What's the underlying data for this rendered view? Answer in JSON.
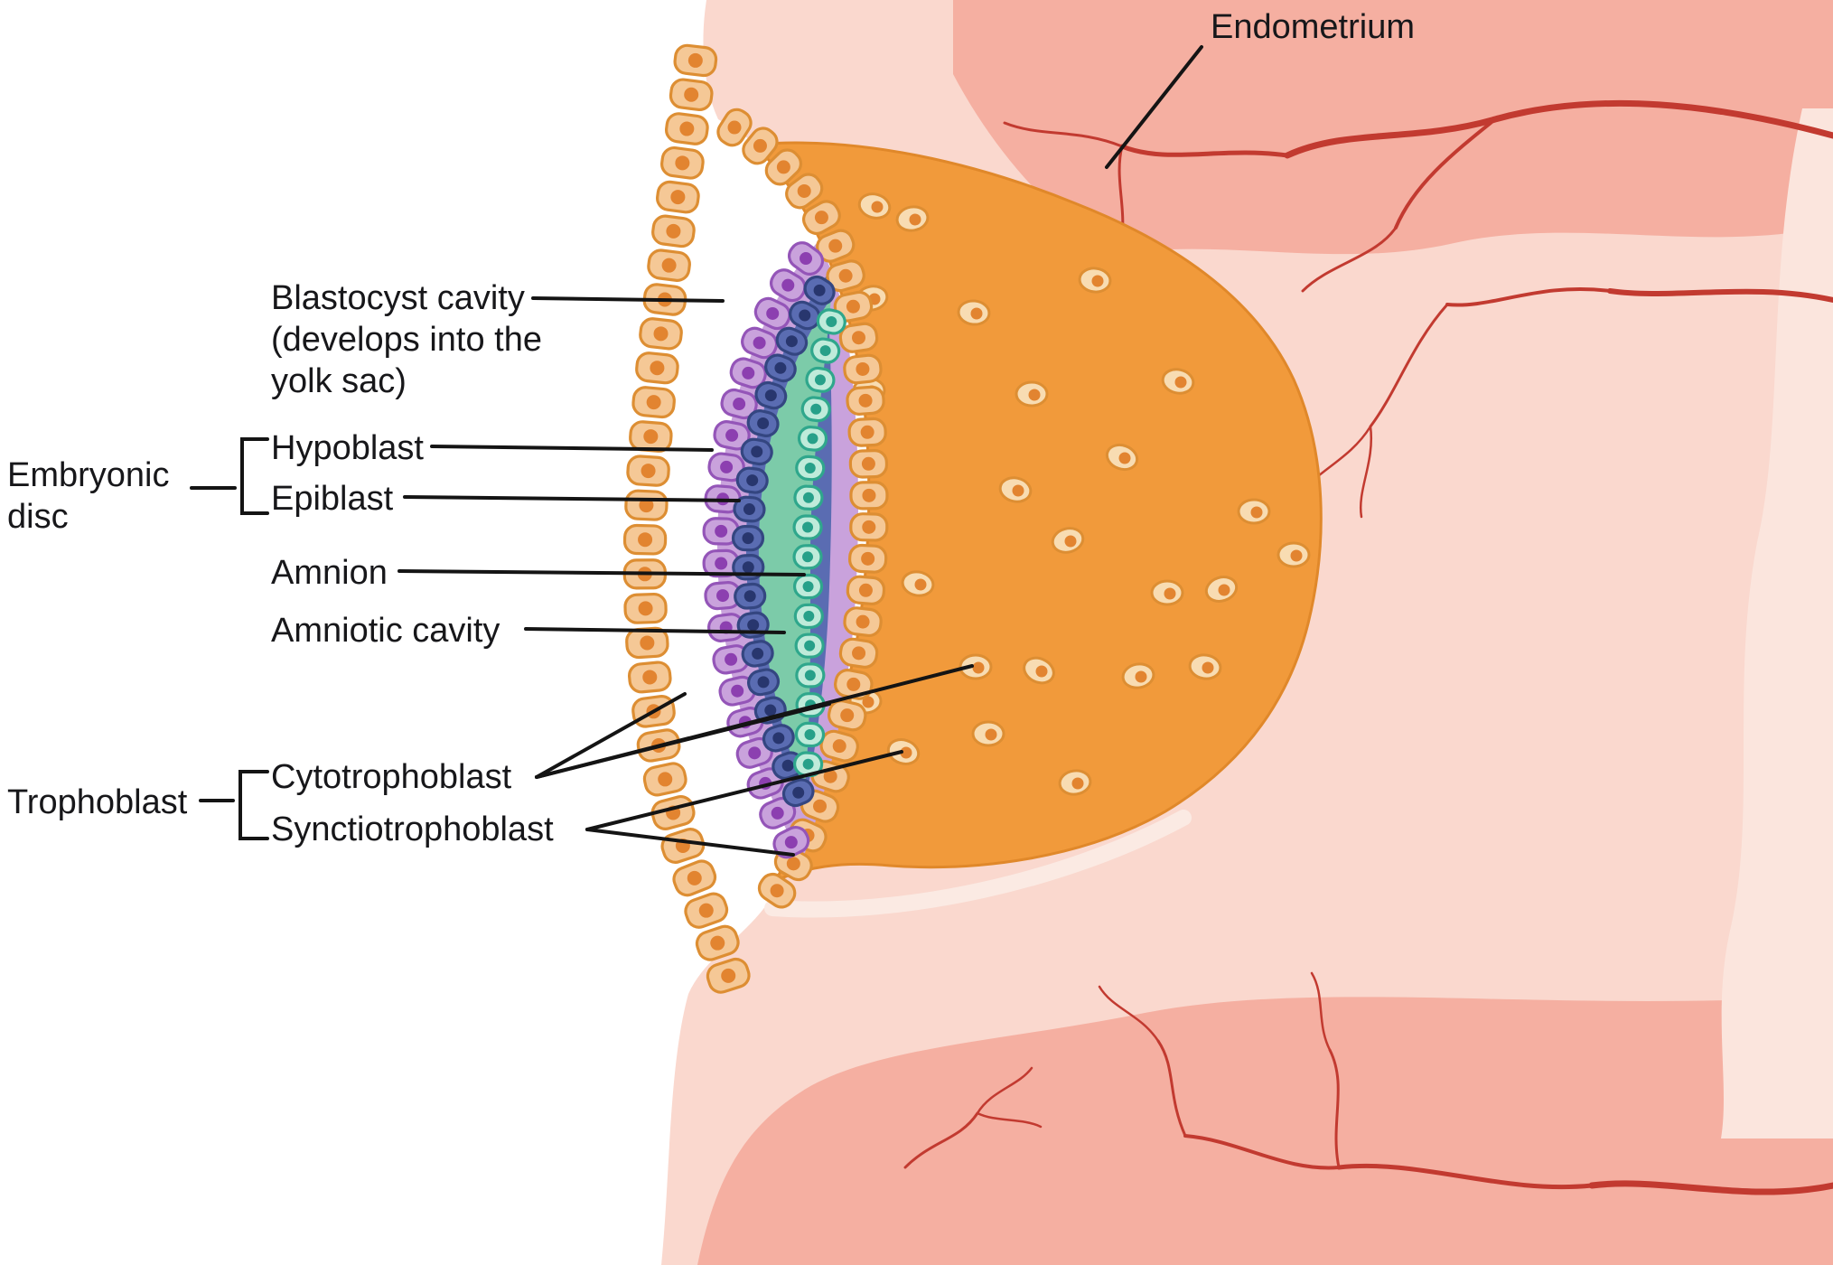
{
  "labels": {
    "endometrium": "Endometrium",
    "blastocyst_line1": "Blastocyst cavity",
    "blastocyst_line2": "(develops into the",
    "blastocyst_line3": "yolk sac)",
    "embryonic_disc_line1": "Embryonic",
    "embryonic_disc_line2": "disc",
    "hypoblast": "Hypoblast",
    "epiblast": "Epiblast",
    "amnion": "Amnion",
    "amniotic_cavity": "Amniotic cavity",
    "trophoblast": "Trophoblast",
    "cytotrophoblast": "Cytotrophoblast",
    "synctiotrophoblast": "Synctiotrophoblast"
  },
  "colors": {
    "cell_body": "#F5C896",
    "cell_outline": "#DD8E33",
    "cell_nucleus": "#E28430",
    "scatter_cell": "#F8DCB2",
    "hypoblast": "#C9A2DC",
    "hypoblast_outline": "#9455B8",
    "hypoblast_nucleus": "#8C3FB0",
    "epiblast": "#5A6CB2",
    "epiblast_outline": "#344681",
    "epiblast_nucleus": "#28366E",
    "amnion": "#BFEBDA",
    "amnion_outline": "#2FA78C",
    "amnion_nucleus": "#27A089",
    "amniotic_cavity": "#7CCBA9",
    "syncytiotrophoblast": "#F19A3B",
    "syncytiotrophoblast_outline": "#E0882A",
    "endo_light": "#FAD8CE",
    "endo_mid": "#F5AFA1",
    "endo_pale": "#FBE5DD",
    "vessel": "#C23A30",
    "label_text": "#17171a"
  }
}
